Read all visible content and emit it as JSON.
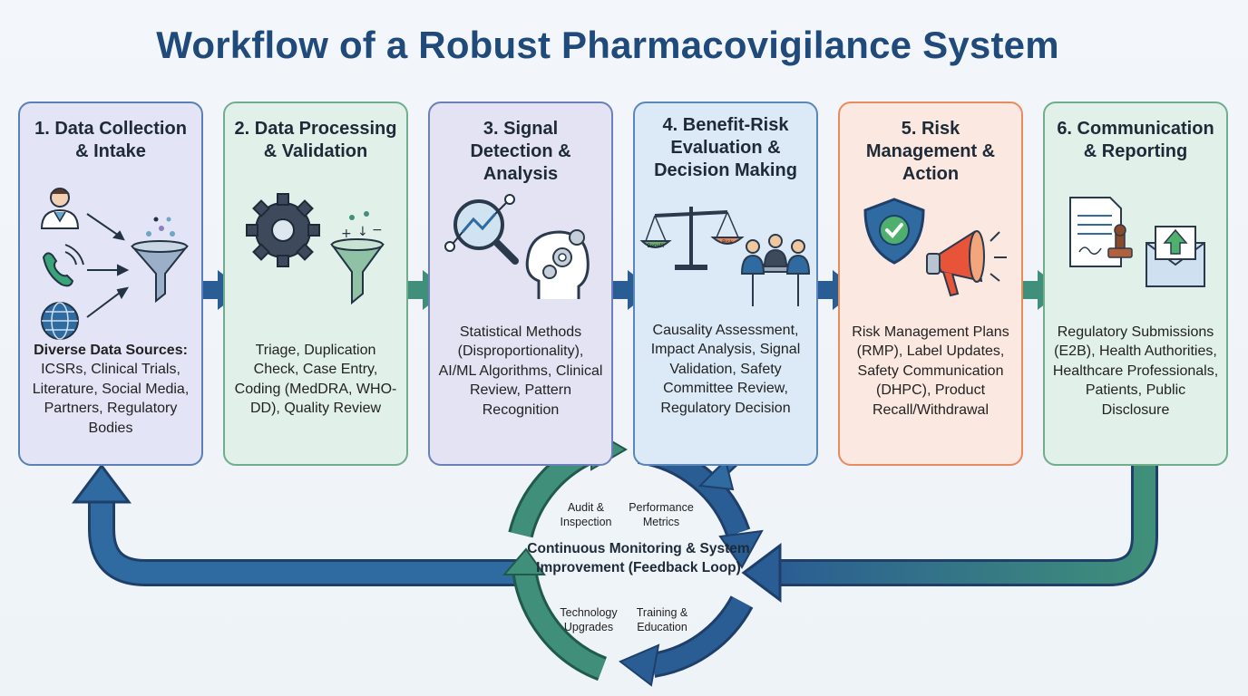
{
  "title": "Workflow of a Robust Pharmacovigilance System",
  "stages": [
    {
      "heading": "1. Data Collection & Intake",
      "lead": "Diverse Data Sources:",
      "body": "ICSRs, Clinical Trials, Literature, Social Media, Partners, Regulatory Bodies"
    },
    {
      "heading": "2. Data Processing & Validation",
      "body": "Triage, Duplication Check, Case Entry, Coding (MedDRA, WHO-DD), Quality Review"
    },
    {
      "heading": "3. Signal Detection & Analysis",
      "body": "Statistical Methods (Disproportionality), AI/ML Algorithms, Clinical Review, Pattern Recognition"
    },
    {
      "heading": "4. Benefit-Risk Evaluation & Decision Making",
      "body": "Causality Assessment, Impact Analysis, Signal Validation, Safety Committee Review, Regulatory Decision"
    },
    {
      "heading": "5. Risk Management & Action",
      "body": "Risk Management Plans (RMP), Label Updates, Safety Communication (DHPC), Product Recall/Withdrawal"
    },
    {
      "heading": "6. Communication & Reporting",
      "body": "Regulatory Submissions (E2B), Health Authorities, Healthcare Professionals, Patients, Public Disclosure"
    }
  ],
  "scale_labels": {
    "benefit": "Benefit",
    "risk": "Risk"
  },
  "loop": {
    "center": "Continuous Monitoring & System Improvement (Feedback Loop)",
    "audit": "Audit & Inspection",
    "performance": "Performance Metrics",
    "technology": "Technology Upgrades",
    "training": "Training & Education"
  },
  "colors": {
    "title": "#1f4a7a",
    "arrow_blue": "#2a5d93",
    "arrow_green": "#3f8f7a",
    "accent_orange": "#e98a5f"
  },
  "icons": {
    "stage1": [
      "doctor-icon",
      "phone-icon",
      "globe-icon",
      "funnel-icon"
    ],
    "stage2": [
      "gear-icon",
      "funnel-icon"
    ],
    "stage3": [
      "magnifier-chart-icon",
      "head-gears-icon"
    ],
    "stage4": [
      "balance-scale-icon",
      "committee-icon"
    ],
    "stage5": [
      "shield-check-icon",
      "megaphone-icon"
    ],
    "stage6": [
      "document-stamp-icon",
      "envelope-upload-icon"
    ]
  }
}
